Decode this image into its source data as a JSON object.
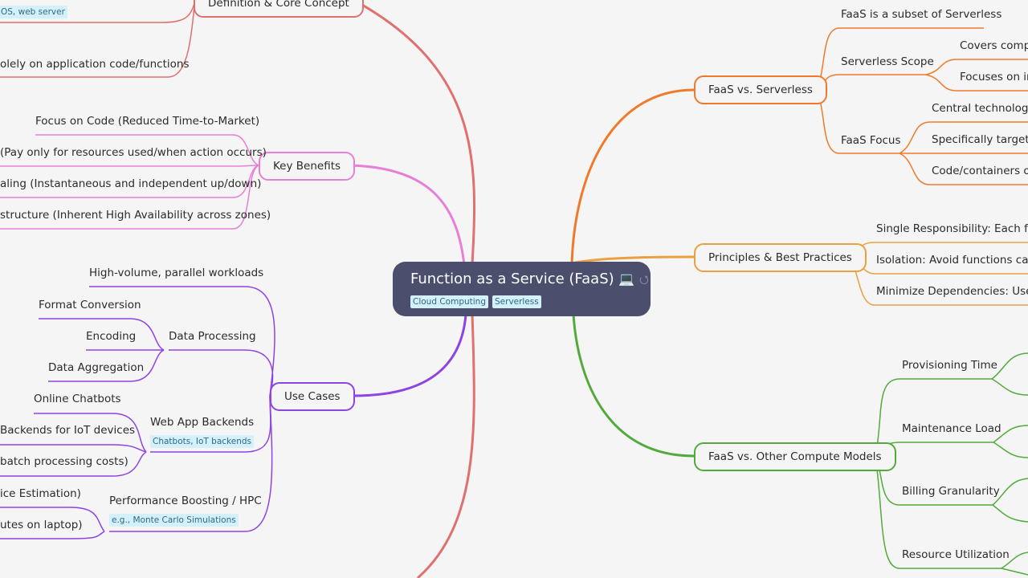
{
  "root": {
    "title": "Function as a Service (FaaS)",
    "icon": "laptop-icon",
    "tags": [
      "Cloud Computing",
      "Serverless"
    ]
  },
  "left": {
    "definition": {
      "label": "Definition & Core Concept",
      "tag": "OS, web server",
      "children": [
        "olely on application code/functions"
      ]
    },
    "key_benefits": {
      "label": "Key Benefits",
      "children": [
        "Focus on Code (Reduced Time-to-Market)",
        "(Pay only for resources used/when action occurs)",
        "aling (Instantaneous and independent up/down)",
        "structure (Inherent High Availability across zones)"
      ]
    },
    "use_cases": {
      "label": "Use Cases",
      "children": {
        "high_volume": "High-volume, parallel workloads",
        "data_processing": {
          "label": "Data Processing",
          "children": [
            "Format Conversion",
            "Encoding",
            "Data Aggregation"
          ]
        },
        "web_app_backends": {
          "label": "Web App Backends",
          "tag": "Chatbots, IoT backends",
          "children": [
            "Online Chatbots",
            "Backends for IoT devices",
            "batch processing costs)"
          ]
        },
        "performance": {
          "label": "Performance Boosting / HPC",
          "tag": "e.g., Monte Carlo Simulations",
          "children": [
            "ice Estimation)",
            "utes on laptop)"
          ]
        }
      }
    }
  },
  "right": {
    "faas_vs_serverless": {
      "label": "FaaS vs. Serverless",
      "subset": "FaaS is a subset of Serverless",
      "scope": {
        "label": "Serverless Scope",
        "children": [
          "Covers compu",
          "Focuses on inv"
        ]
      },
      "focus": {
        "label": "FaaS Focus",
        "children": [
          "Central technology i",
          "Specifically targets e",
          "Code/containers onl"
        ]
      }
    },
    "principles": {
      "label": "Principles & Best Practices",
      "children": [
        "Single Responsibility: Each func",
        "Isolation: Avoid functions calling",
        "Minimize Dependencies: Use as"
      ]
    },
    "other_models": {
      "label": "FaaS vs. Other Compute Models",
      "children": [
        "Provisioning Time",
        "Maintenance Load",
        "Billing Granularity",
        "Resource Utilization"
      ]
    }
  },
  "colors": {
    "red": "#e07070",
    "pink": "#e77fd6",
    "purple": "#8e44e0",
    "orange": "#f07a2c",
    "amber": "#eaa040",
    "green": "#53aa3c",
    "root_bg": "#4b4e6d"
  }
}
